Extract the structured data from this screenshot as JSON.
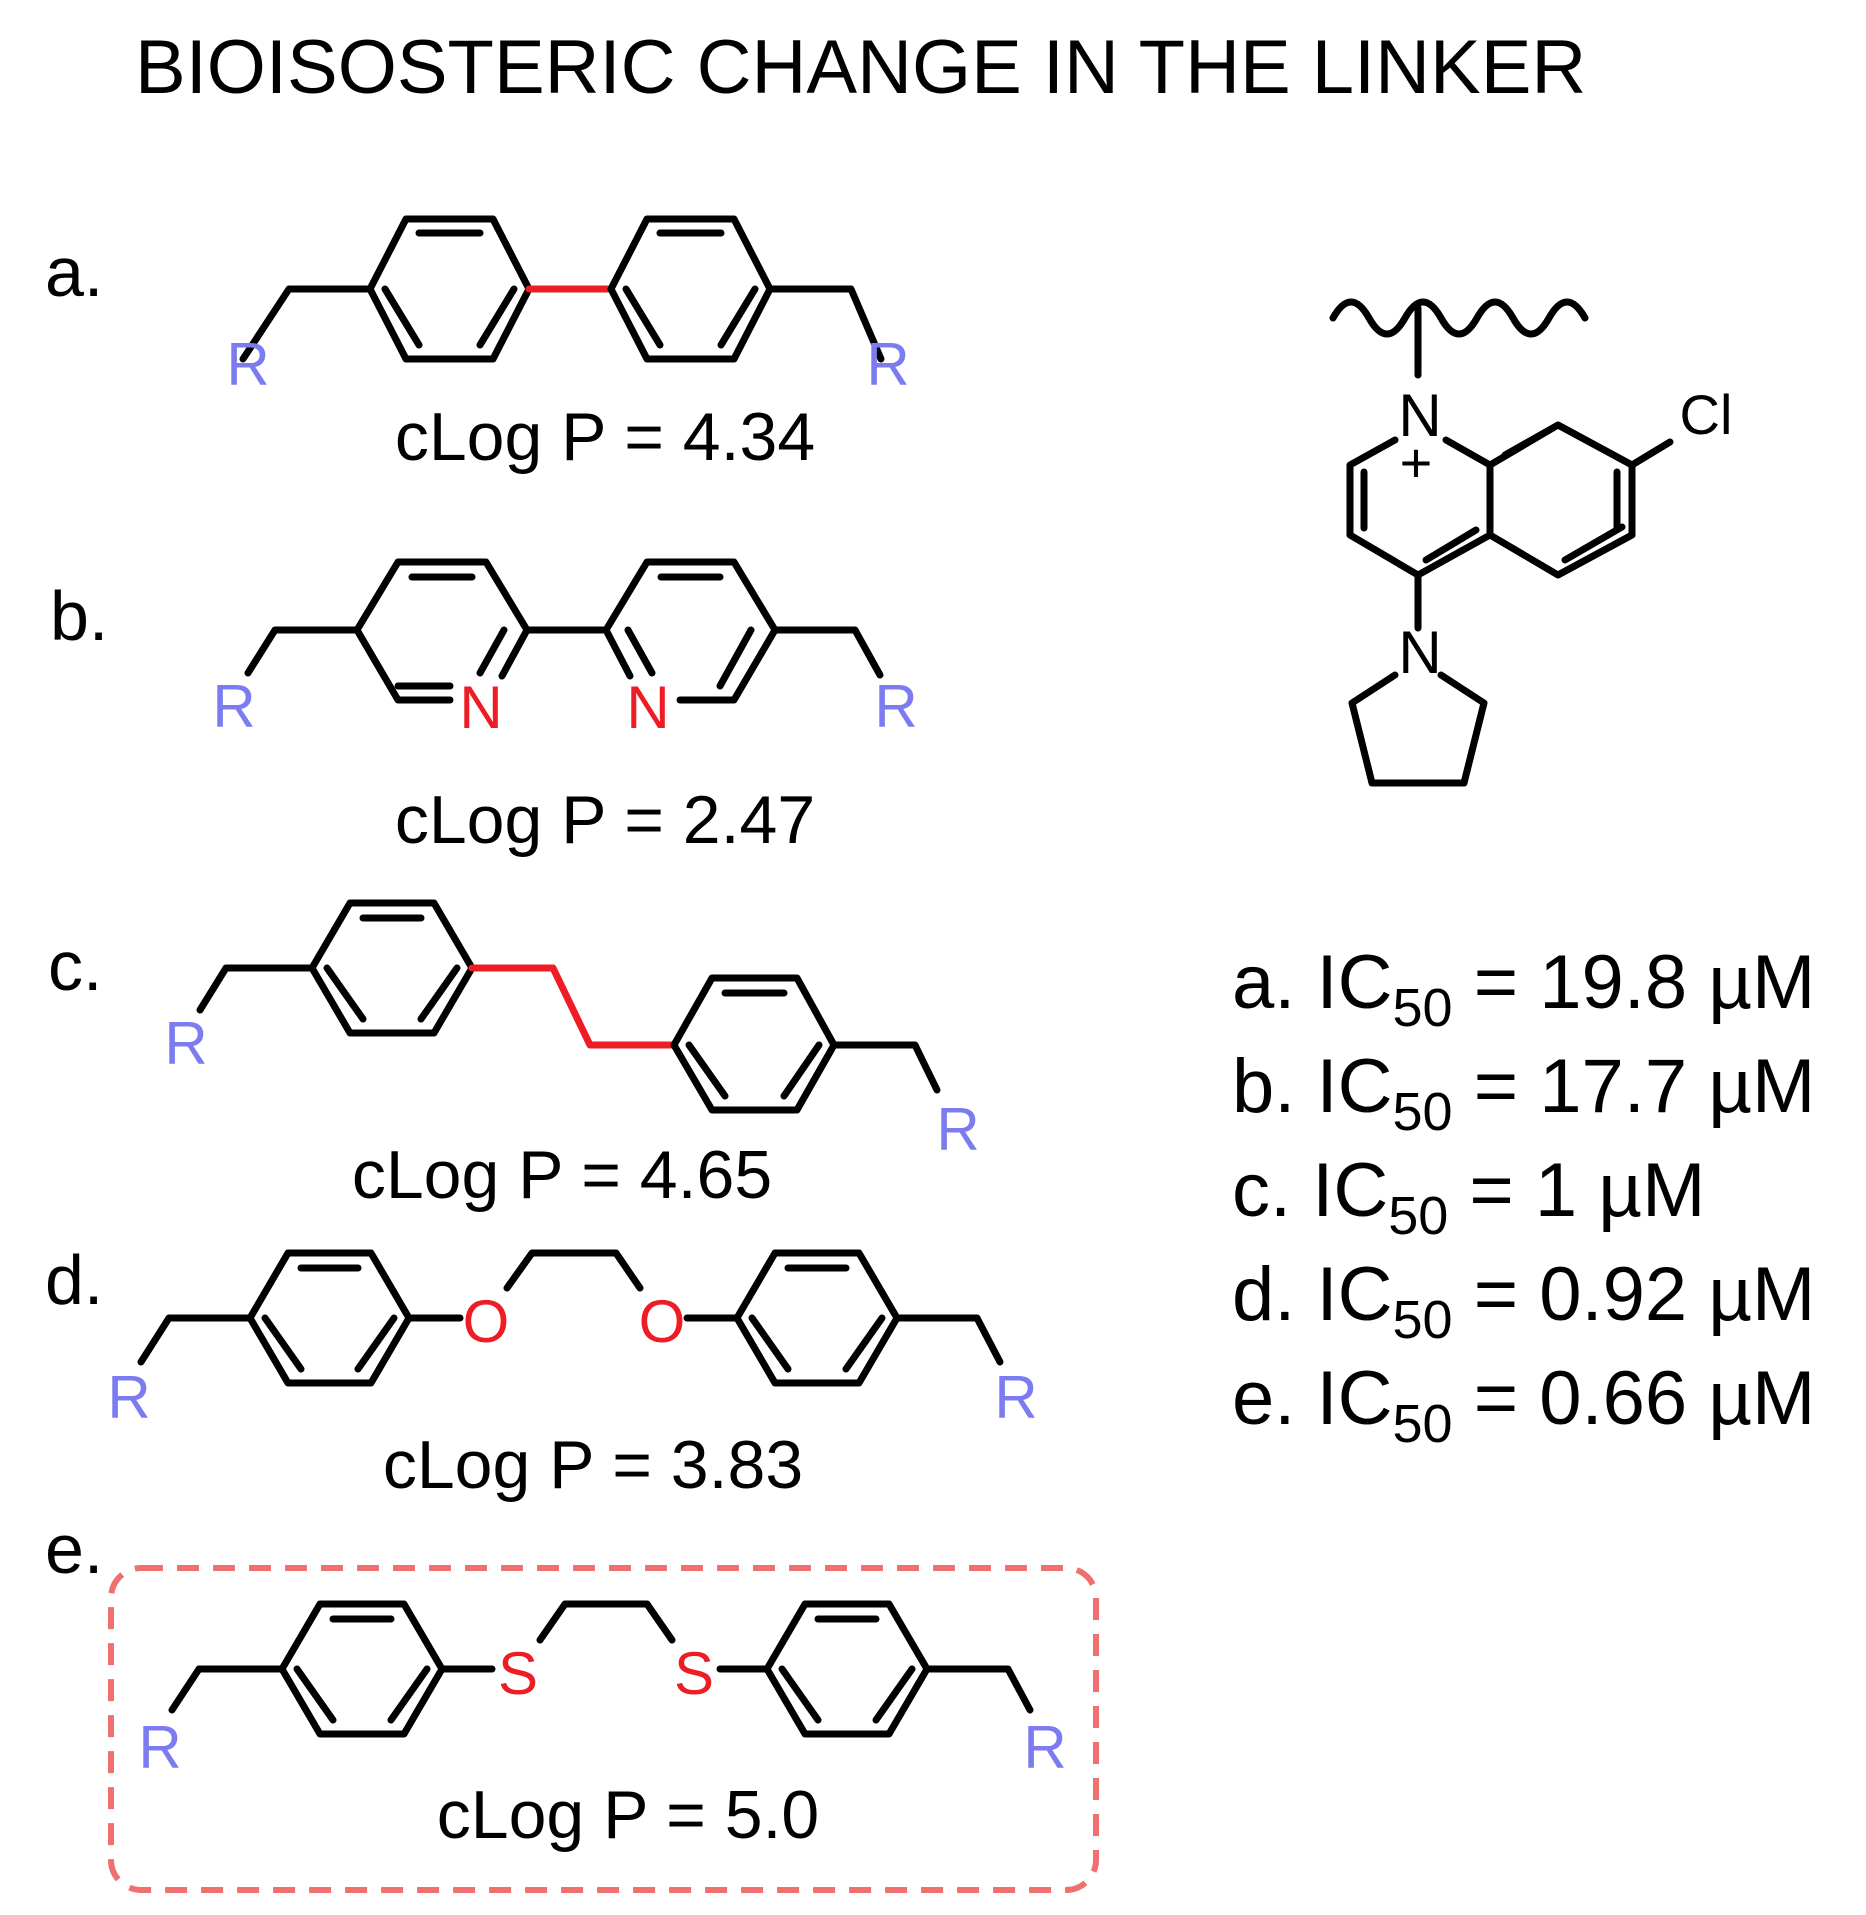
{
  "title": "BIOISOSTERIC CHANGE IN THE LINKER",
  "colors": {
    "bond": "#000000",
    "linker_highlight": "#ee1c25",
    "r_group": "#7c7cf0",
    "highlight_box": "#f07070"
  },
  "substituent": "R",
  "compounds": [
    {
      "letter": "a.",
      "linker": "direct biaryl bond",
      "clogp": "cLog P = 4.34"
    },
    {
      "letter": "b.",
      "linker": "2,2'-bipyridyl",
      "heteroatoms": [
        "N",
        "N"
      ],
      "clogp": "cLog P = 2.47"
    },
    {
      "letter": "c.",
      "linker": "ethylene",
      "clogp": "cLog P = 4.65"
    },
    {
      "letter": "d.",
      "linker": "ethylene dioxy",
      "heteroatoms": [
        "O",
        "O"
      ],
      "clogp": "cLog P = 3.83"
    },
    {
      "letter": "e.",
      "linker": "ethylene dithio",
      "heteroatoms": [
        "S",
        "S"
      ],
      "clogp": "cLog P = 5.0",
      "highlighted": true
    }
  ],
  "r_group": {
    "atoms": {
      "n_ring": "N",
      "charge": "+",
      "chloro": "Cl",
      "n_pyrrolidine": "N"
    }
  },
  "activities": [
    {
      "prefix": "a. IC",
      "sub": "50",
      "value": " = 19.8 µM"
    },
    {
      "prefix": "b. IC",
      "sub": "50",
      "value": " = 17.7 µM"
    },
    {
      "prefix": "c. IC",
      "sub": "50",
      "value": " = 1 µM"
    },
    {
      "prefix": "d. IC",
      "sub": "50",
      "value": " = 0.92 µM"
    },
    {
      "prefix": "e. IC",
      "sub": "50",
      "value": " = 0.66 µM"
    }
  ]
}
